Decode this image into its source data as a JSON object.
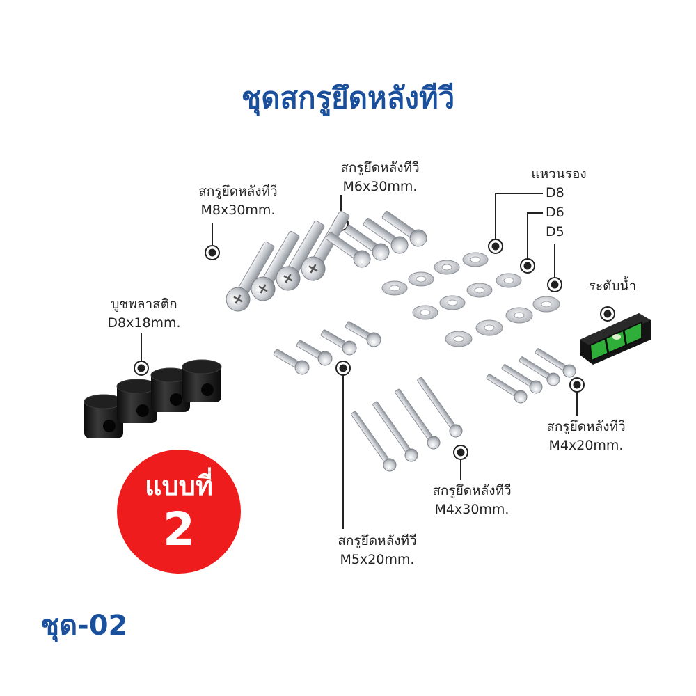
{
  "title": "ชุดสกรูยึดหลังทีวี",
  "labels": {
    "m8": {
      "name": "สกรูยึดหลังทีวี",
      "size": "M8x30mm."
    },
    "m6": {
      "name": "สกรูยึดหลังทีวี",
      "size": "M6x30mm."
    },
    "washer": {
      "name": "แหวนรอง",
      "sizes": [
        "D8",
        "D6",
        "D5"
      ]
    },
    "level": {
      "name": "ระดับน้ำ"
    },
    "bushing": {
      "name": "บูชพลาสติก",
      "size": "D8x18mm."
    },
    "m4x20": {
      "name": "สกรูยึดหลังทีวี",
      "size": "M4x20mm."
    },
    "m4x30": {
      "name": "สกรูยึดหลังทีวี",
      "size": "M4x30mm."
    },
    "m5": {
      "name": "สกรูยึดหลังทีวี",
      "size": "M5x20mm."
    }
  },
  "badge": {
    "line1": "แบบที่",
    "line2": "2"
  },
  "set_code": "ชุด-02",
  "colors": {
    "title_blue": "#1a4f9c",
    "badge_red": "#ee1c1c",
    "metal": "#c9ccd0",
    "bushing": "#151515",
    "level_green": "#2fae3a"
  }
}
